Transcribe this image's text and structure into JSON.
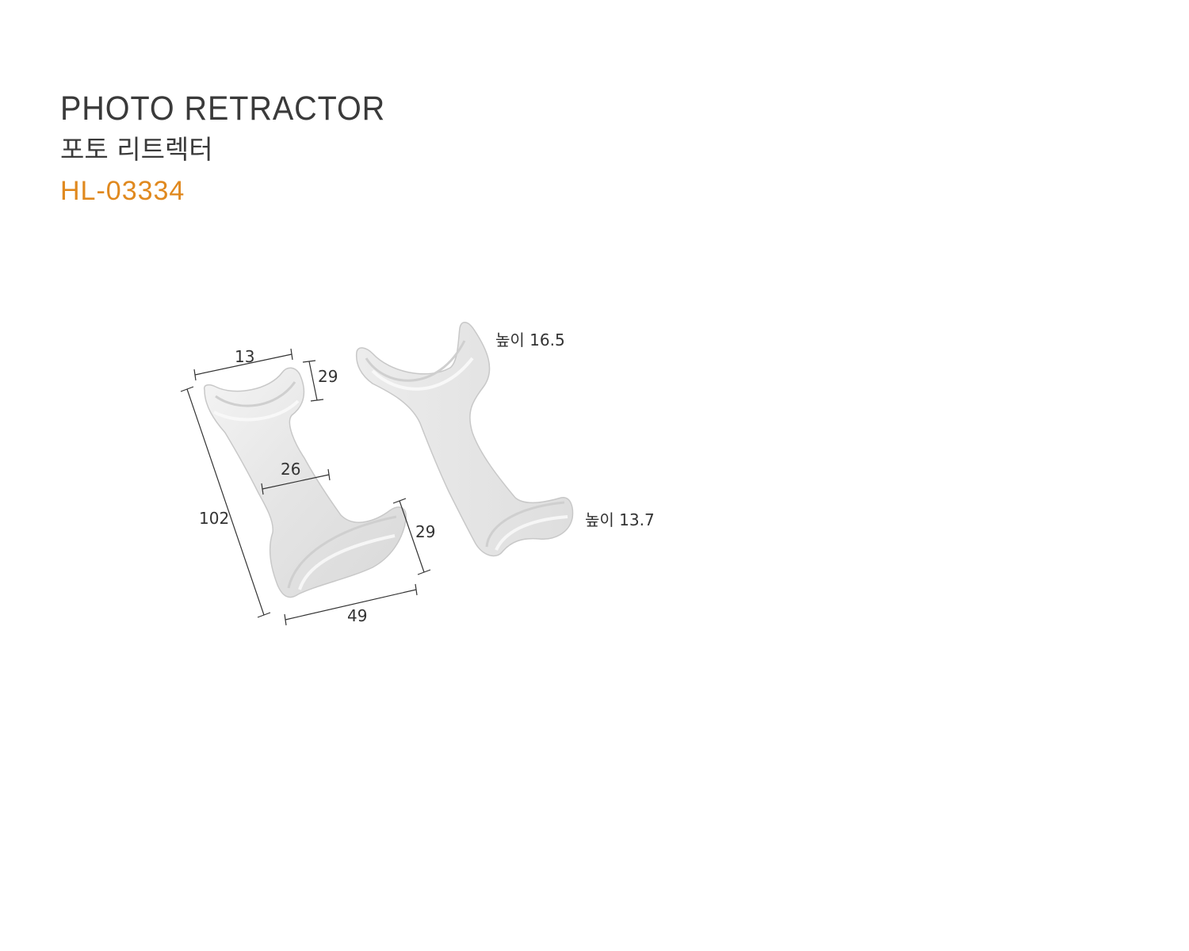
{
  "product": {
    "name_en": "PHOTO RETRACTOR",
    "name_ko": "포토 리트렉터",
    "code": "HL-03334"
  },
  "dimensions": {
    "top_width": "13",
    "top_depth": "29",
    "middle_width": "26",
    "length": "102",
    "bottom_depth": "29",
    "bottom_width": "49",
    "height_large": "높이 16.5",
    "height_small": "높이 13.7"
  },
  "colors": {
    "title": "#3a3a3a",
    "code": "#e0891f",
    "retractor_fill": "#e9e9e9",
    "dimension_line": "#333333"
  }
}
